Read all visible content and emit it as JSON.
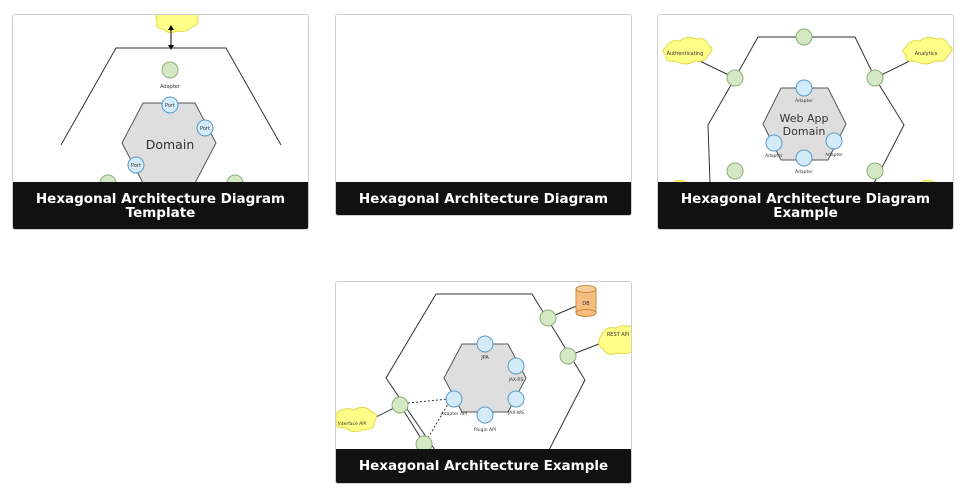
{
  "cards": [
    {
      "title": "Hexagonal Architecture Diagram Template",
      "thumb": {
        "domain_label": "Domain",
        "adapter_label": "Adapter",
        "port_labels": [
          "Port",
          "Port",
          "Port"
        ]
      }
    },
    {
      "title": "Hexagonal Architecture Diagram",
      "thumb": {}
    },
    {
      "title": "Hexagonal Architecture Diagram Example",
      "thumb": {
        "domain_line1": "Web App",
        "domain_line2": "Domain",
        "cloud_left": "Authenticating",
        "cloud_right": "Analytics",
        "adapter_top": "Adapter",
        "adapter_left": "Adapter",
        "adapter_right": "Adapter",
        "adapter_bottom": "Adapter"
      }
    },
    {
      "title": "Hexagonal Architecture Example",
      "thumb": {
        "db_label": "DB",
        "rest_label": "REST API",
        "cloud_left": "Interface API",
        "jpa": "JPA",
        "jaxrs": "JAX-RS",
        "jaxws": "JAX-WS",
        "adapter_api": "Adapter API",
        "plugin_api": "Plugin API"
      }
    }
  ],
  "colors": {
    "caption_bg": "#111111",
    "caption_text": "#ffffff",
    "domain_fill": "#dedede",
    "green_node": "#d5e8c4",
    "blue_node": "#d4ecf9",
    "cloud": "#ffff88",
    "db": "#f5be80"
  }
}
